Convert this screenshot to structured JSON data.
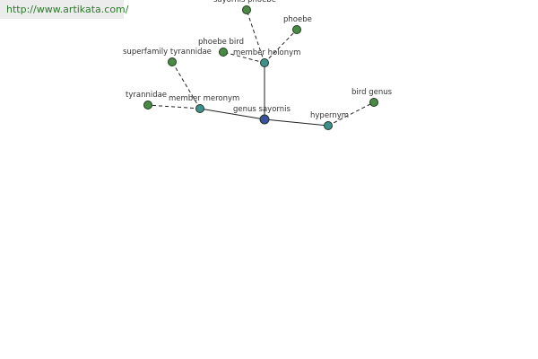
{
  "source_link": {
    "text": "http://www.artikata.com/"
  },
  "graph": {
    "center": {
      "id": "genus-sayornis",
      "label": "genus sayornis",
      "color": "#3d4fa0"
    },
    "relations": [
      {
        "id": "member-holonym",
        "label": "member holonym",
        "color": "#3f8f8f"
      },
      {
        "id": "member-meronym",
        "label": "member meronym",
        "color": "#3f8f8f"
      },
      {
        "id": "hypernym",
        "label": "hypernym",
        "color": "#3f8f8f"
      }
    ],
    "leaves": [
      {
        "id": "sayornis-phoebe",
        "label": "sayornis phoebe",
        "relation": "member-holonym",
        "color": "#4a8a45"
      },
      {
        "id": "phoebe",
        "label": "phoebe",
        "relation": "member-holonym",
        "color": "#4a8a45"
      },
      {
        "id": "phoebe-bird",
        "label": "phoebe bird",
        "relation": "member-holonym",
        "color": "#4a8a45"
      },
      {
        "id": "superfamily-tyrannidae",
        "label": "superfamily tyrannidae",
        "relation": "member-meronym",
        "color": "#4a8a45"
      },
      {
        "id": "tyrannidae",
        "label": "tyrannidae",
        "relation": "member-meronym",
        "color": "#4a8a45"
      },
      {
        "id": "bird-genus",
        "label": "bird genus",
        "relation": "hypernym",
        "color": "#4a8a45"
      }
    ]
  }
}
